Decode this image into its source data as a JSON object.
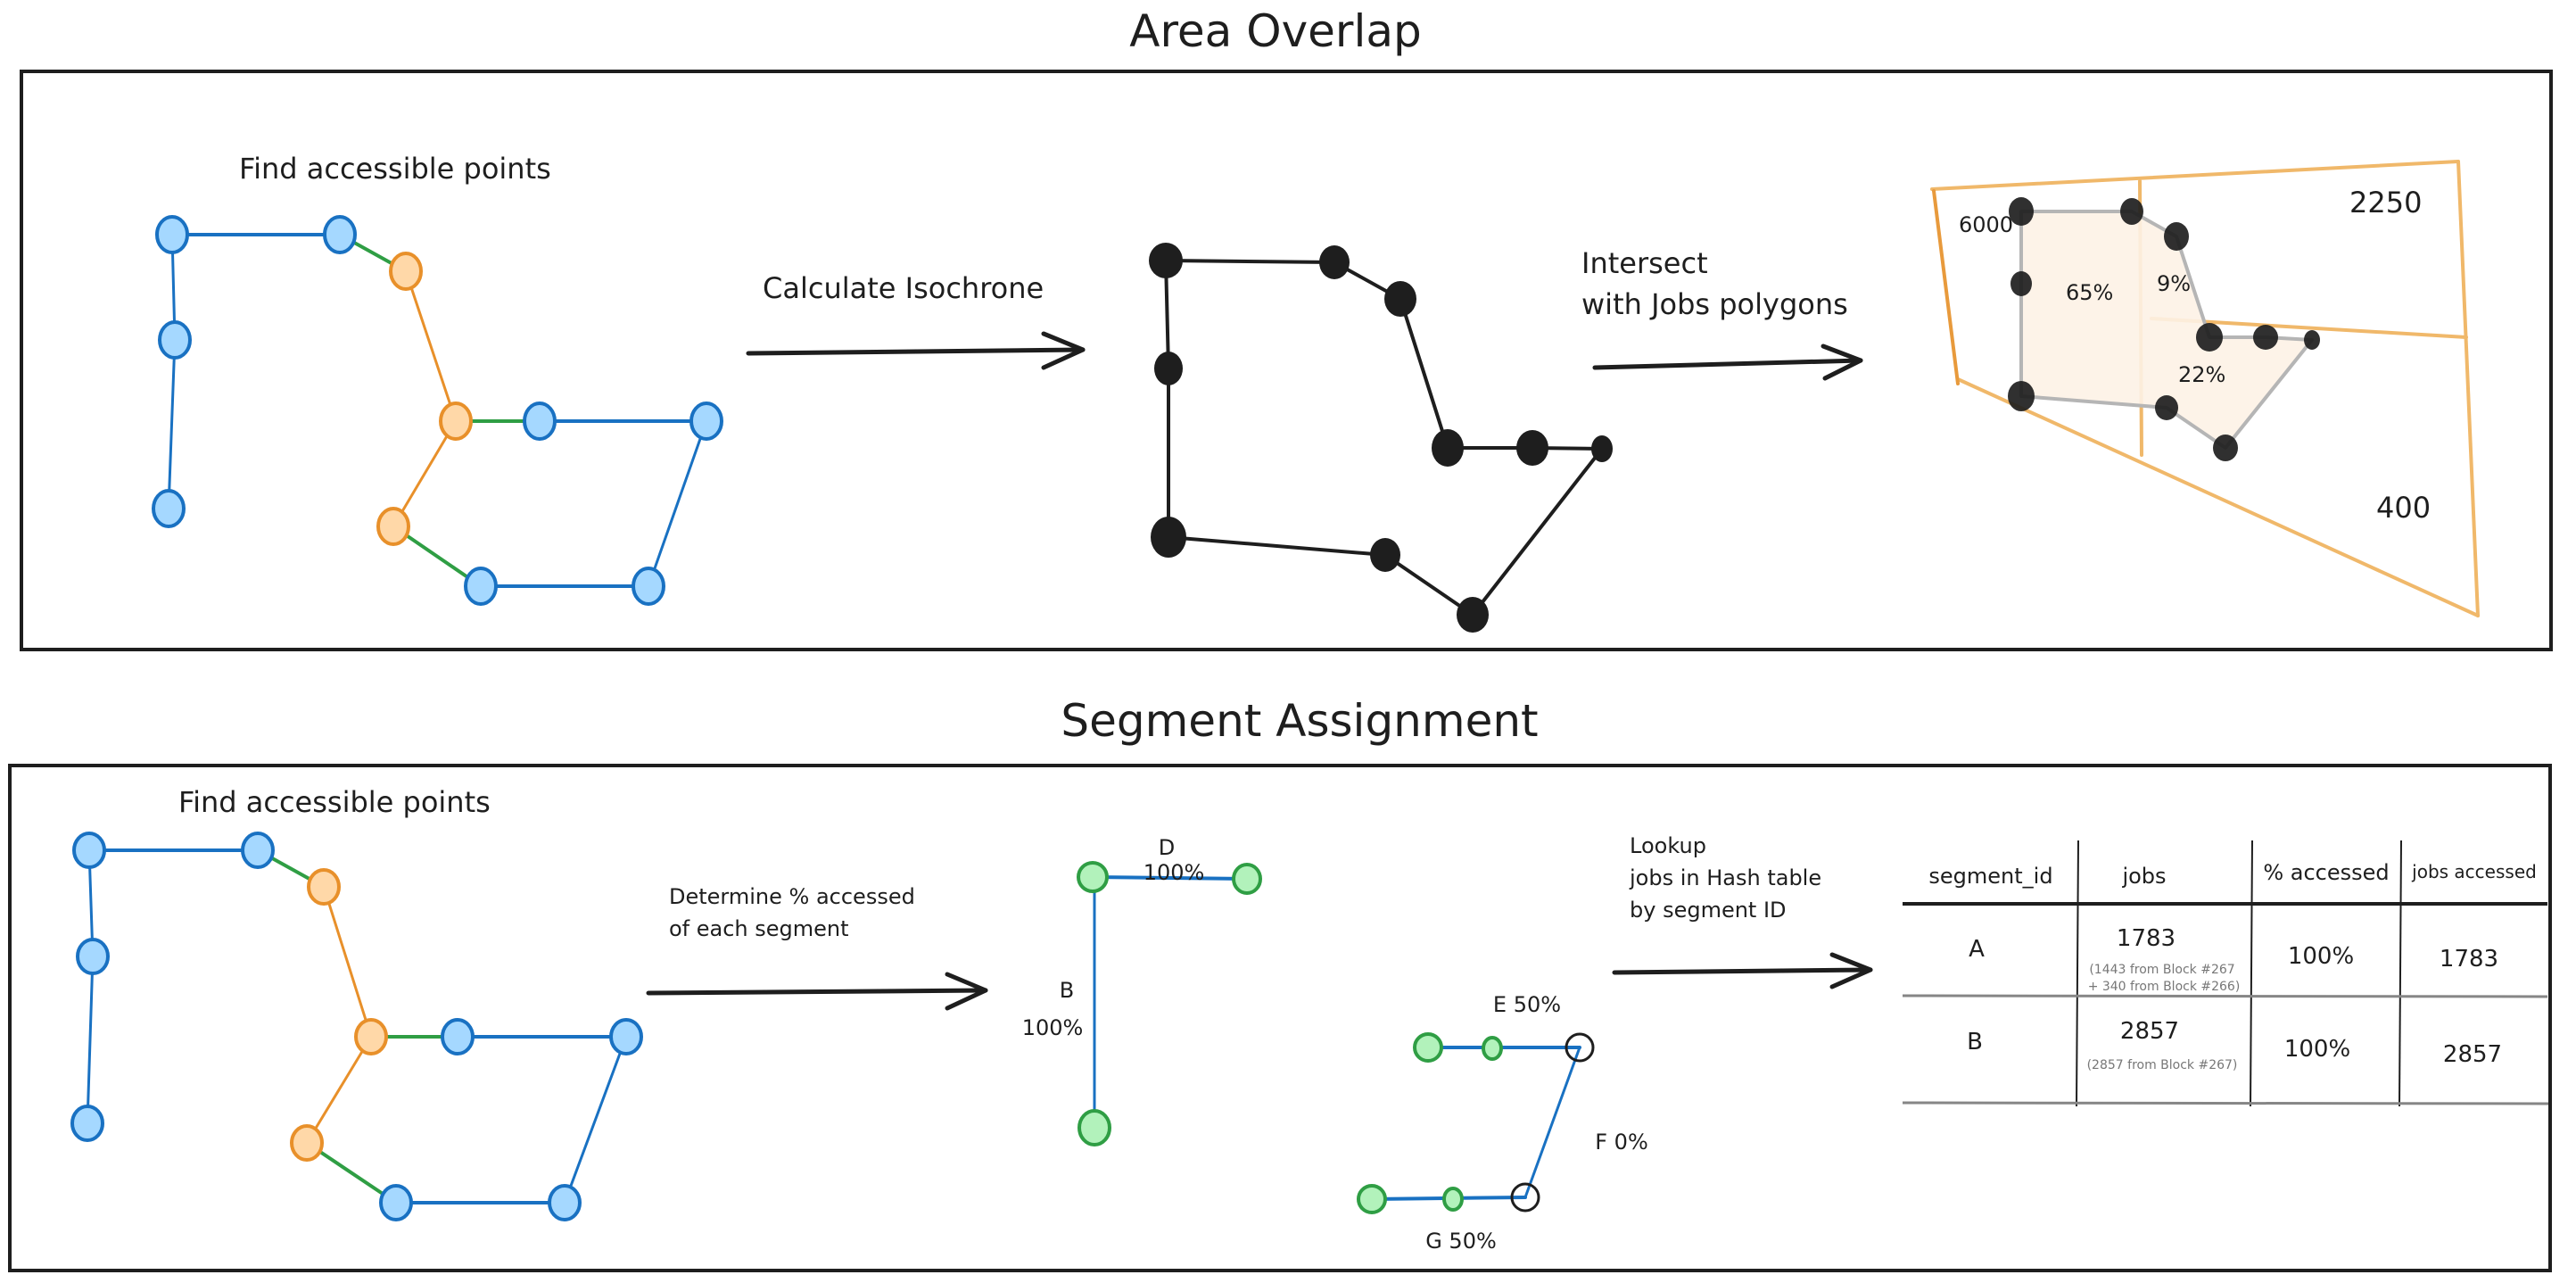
{
  "colors": {
    "ink": "#1e1e1e",
    "blue_fill": "#a5d8ff",
    "blue_stroke": "#1971c2",
    "orange_fill": "#ffd8a8",
    "orange_stroke": "#e8902a",
    "green_line": "#2f9e44",
    "green_fill": "#b2f2bb",
    "block_line": "#f0b86a",
    "overlap_fill": "#fdf2e6",
    "overlap_edge": "#b5b5b5"
  },
  "area_overlap": {
    "title": "Area Overlap",
    "step1_label": "Find accessible points",
    "step2_label": "Calculate Isochrone",
    "step3_label_line1": "Intersect",
    "step3_label_line2": "with Jobs polygons",
    "block_jobs": [
      "6000",
      "2250",
      "400"
    ],
    "overlap_percents": [
      "65%",
      "9%",
      "22%"
    ]
  },
  "segment_assignment": {
    "title": "Segment Assignment",
    "step1_label": "Find accessible points",
    "step2_label_line1": "Determine % accessed",
    "step2_label_line2": "of each segment",
    "step3_label_line1": "Lookup",
    "step3_label_line2": "jobs in Hash table",
    "step3_label_line3": "by segment ID",
    "segments": {
      "D": {
        "name": "D",
        "pct": "100%"
      },
      "B": {
        "name": "B",
        "pct": "100%"
      },
      "E": {
        "label": "E 50%"
      },
      "F": {
        "label": "F 0%"
      },
      "G": {
        "label": "G 50%"
      }
    },
    "table": {
      "headers": [
        "segment_id",
        "jobs",
        "% accessed",
        "jobs accessed"
      ],
      "rows": [
        {
          "segment_id": "A",
          "jobs": "1783",
          "jobs_note_line1": "(1443 from Block #267",
          "jobs_note_line2": "+ 340 from Block #266)",
          "pct_accessed": "100%",
          "jobs_accessed": "1783"
        },
        {
          "segment_id": "B",
          "jobs": "2857",
          "jobs_note_line1": "(2857 from Block #267)",
          "jobs_note_line2": "",
          "pct_accessed": "100%",
          "jobs_accessed": "2857"
        }
      ]
    }
  }
}
